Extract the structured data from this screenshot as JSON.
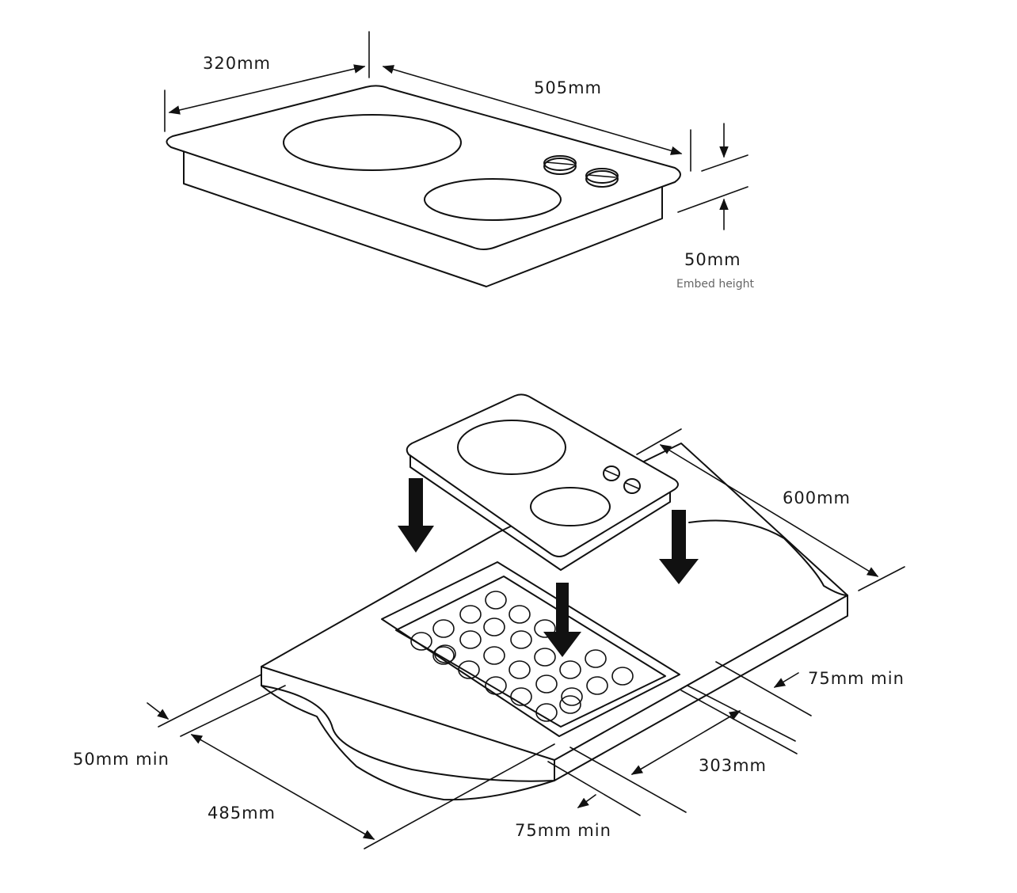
{
  "labels": {
    "depth_top": "320mm",
    "width_top": "505mm",
    "embed_height_value": "50mm",
    "embed_height_caption": "Embed height",
    "counter_depth": "600mm",
    "side_clearance_right": "75mm min",
    "front_clearance": "50mm min",
    "cutout_width": "485mm",
    "cutout_depth": "303mm",
    "side_clearance_bottom": "75mm min"
  },
  "colors": {
    "line": "#111111",
    "text": "#1a1a1a",
    "caption": "#666666",
    "background": "#ffffff"
  }
}
